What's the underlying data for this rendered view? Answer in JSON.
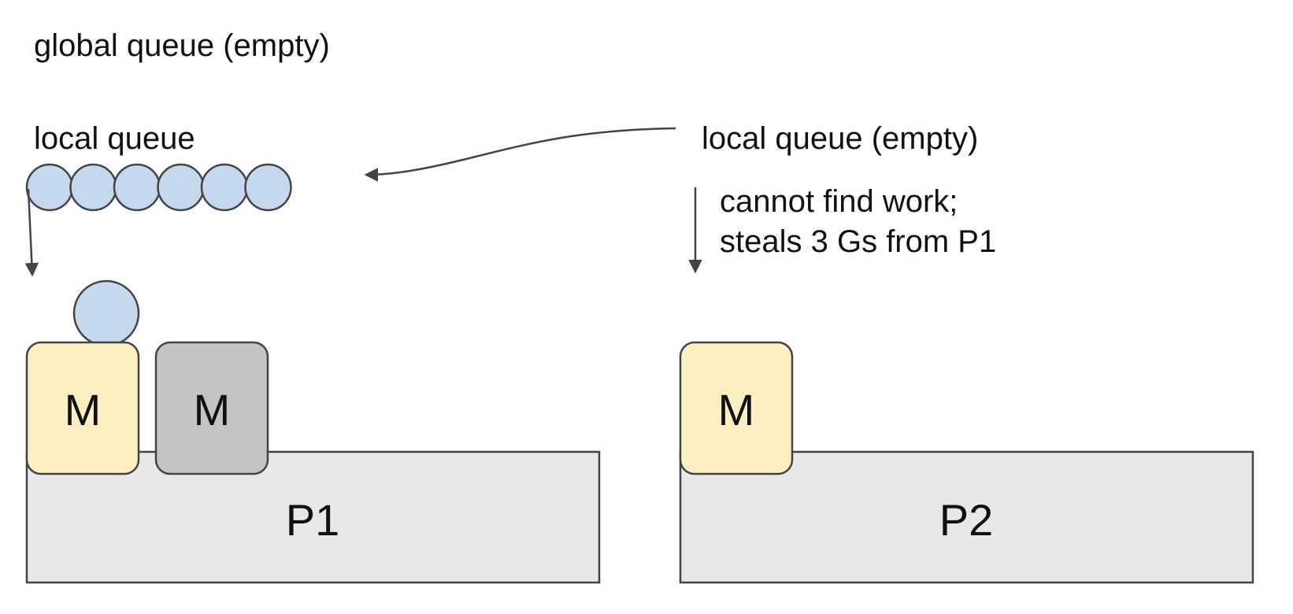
{
  "global_queue_label": "global queue (empty)",
  "p1": {
    "local_queue_label": "local queue",
    "queued_goroutines": 6,
    "running_goroutines": 1,
    "machines": [
      {
        "label": "M",
        "state": "running",
        "color": "#fdf0c0"
      },
      {
        "label": "M",
        "state": "idle",
        "color": "#c4c4c4"
      }
    ],
    "processor_label": "P1"
  },
  "p2": {
    "local_queue_label": "local queue (empty)",
    "note_line1": "cannot find work;",
    "note_line2": "steals 3 Gs from P1",
    "machines": [
      {
        "label": "M",
        "state": "running",
        "color": "#fdf0c0"
      }
    ],
    "processor_label": "P2"
  },
  "colors": {
    "goroutine_fill": "#c5d9ee",
    "processor_fill": "#e8e8e8",
    "stroke": "#444444",
    "arrow": "#444444"
  }
}
